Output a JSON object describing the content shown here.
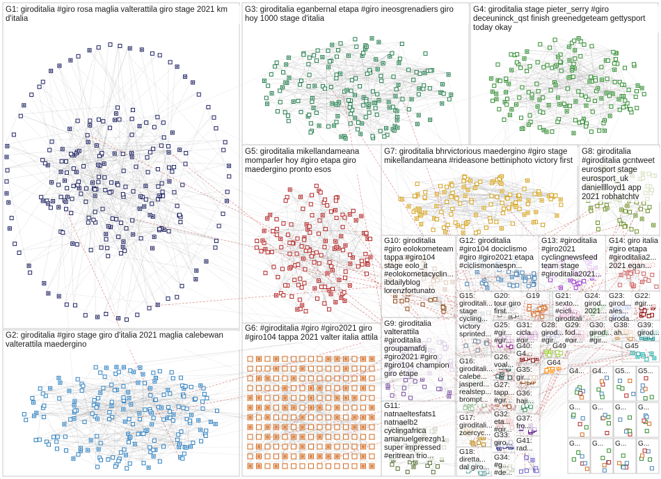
{
  "graph": {
    "groups": [
      {
        "id": "G1",
        "label": "G1: giroditalia #giro rosa maglia valterattila giro stage 2021 km d'italia",
        "color": "#1b1f5e",
        "count": 240
      },
      {
        "id": "G2",
        "label": "G2: giroditalia #giro stage giro d'italia 2021 maglia calebewan valterattila maedergino",
        "color": "#2c7fc0",
        "count": 200
      },
      {
        "id": "G3",
        "label": "G3: giroditalia eganbernal etapa #giro ineosgrenadiers giro hoy 1000 stage d'italia",
        "color": "#1f7a4a",
        "count": 180
      },
      {
        "id": "G4",
        "label": "G4: giroditalia stage pieter_serry #giro deceuninck_qst finish greenedgeteam gettysport today okay",
        "color": "#2e8b2e",
        "count": 170
      },
      {
        "id": "G5",
        "label": "G5: giroditalia mikellandameana momparler hoy #giro etapa giro maedergino pronto esos",
        "color": "#b22222",
        "count": 150
      },
      {
        "id": "G6",
        "label": "G6: #giroditalia #giro #giro2021 giro #giro104 tappa 2021 valter italia attila",
        "color": "#d2691e",
        "count": 180
      },
      {
        "id": "G7",
        "label": "G7: giroditalia bhrvictorious maedergino #giro stage mikellandameana #rideasone bettiniphoto victory first",
        "color": "#d4a017",
        "count": 120
      },
      {
        "id": "G8",
        "label": "G8: giroditalia #giroditalia gcntweet eurosport stage eurosport_uk danielllloyd1 app 2021 robhatchtv",
        "color": "#6b8e23",
        "count": 60
      },
      {
        "id": "G9",
        "label": "G9: giroditalia valterattila #giroditalia groupamafdj #giro2021 #giro #giro104 champion giro étape",
        "color": "#7a4fa0",
        "count": 50
      },
      {
        "id": "G10",
        "label": "G10: giroditalia #giro eolokometeam tappa #giro104 stage eolo_it #eolokometacyclin... ibdailyblog lorenzfortunato",
        "color": "#8b4513",
        "count": 40
      },
      {
        "id": "G11",
        "label": "G11: natnaeltesfats1 natnaelb2 cyclingafrica amanuelgerezgh1 super impressed #eritrean trio...",
        "color": "#556b2f",
        "count": 40
      },
      {
        "id": "G12",
        "label": "G12: giroditalia #giro104 dociclismo #giro #giro2021 etapa #ciclismonaespn...",
        "color": "#4682b4",
        "count": 40
      },
      {
        "id": "G13",
        "label": "G13: #giroditalia #giro2021 cyclingnewsfeed team stage #giroditalia2021...",
        "color": "#9932cc",
        "count": 30
      },
      {
        "id": "G14",
        "label": "G14: giro italia #giro etapa #giroditalia2... 2021 egan...",
        "color": "#cd5c5c",
        "count": 30
      },
      {
        "id": "G15",
        "label": "G15: giroditali... stage cycling... victory sprinted...",
        "color": "#708090",
        "count": 20
      },
      {
        "id": "G16",
        "label": "G16: giroditali... calebe... jasperd... realstep... brompt...",
        "color": "#8fbc8f",
        "count": 20
      },
      {
        "id": "G17",
        "label": "G17: giroditali... zoercyc...",
        "color": "#b8860b",
        "count": 15
      },
      {
        "id": "G18",
        "label": "G18: diretta... dal giro...",
        "color": "#5f9ea0",
        "count": 15
      },
      {
        "id": "G19",
        "label": "G19",
        "color": "#d2691e",
        "count": 15
      },
      {
        "id": "G20",
        "label": "G20: tour giro first...",
        "color": "#696969",
        "count": 15
      },
      {
        "id": "G21",
        "label": "G21: sexto... #cicli... giroditali...",
        "color": "#c71585",
        "count": 15
      },
      {
        "id": "G22",
        "label": "G22: #gir...",
        "color": "#8b0000",
        "count": 10
      },
      {
        "id": "G23",
        "label": "G23: girod... ales... giroda...",
        "color": "#4169e1",
        "count": 10
      },
      {
        "id": "G24",
        "label": "G24: girod... 2021...",
        "color": "#228b22",
        "count": 10
      },
      {
        "id": "G25",
        "label": "G25: #gir... #gir...",
        "color": "#800080",
        "count": 10
      },
      {
        "id": "G26",
        "label": "G26: voal...",
        "color": "#2f4f4f",
        "count": 10
      },
      {
        "id": "G27",
        "label": "G27: tapp... #gir...",
        "color": "#a0522d",
        "count": 10
      },
      {
        "id": "G28",
        "label": "G28: girod... #gir...",
        "color": "#483d8b",
        "count": 10
      },
      {
        "id": "G29",
        "label": "G29: fod... #gir...",
        "color": "#b03060",
        "count": 10
      },
      {
        "id": "G30",
        "label": "G30: girod... #gir...",
        "color": "#006400",
        "count": 10
      },
      {
        "id": "G31",
        "label": "G31: cicla... #gir...",
        "color": "#8b008b",
        "count": 10
      },
      {
        "id": "G32",
        "label": "G32: eta... #gir...",
        "color": "#b22222",
        "count": 10
      },
      {
        "id": "G33",
        "label": "G33: giro...",
        "color": "#191970",
        "count": 10
      },
      {
        "id": "G34",
        "label": "G34: #g... #de...",
        "color": "#556b2f",
        "count": 10
      },
      {
        "id": "G35",
        "label": "G35: gir...",
        "color": "#8b4513",
        "count": 10
      },
      {
        "id": "G36",
        "label": "G36: haji...",
        "color": "#2e8b57",
        "count": 10
      },
      {
        "id": "G37",
        "label": "G37: fro...",
        "color": "#4b0082",
        "count": 10
      },
      {
        "id": "G38",
        "label": "G38: ah...",
        "color": "#cd853f",
        "count": 10
      },
      {
        "id": "G39",
        "label": "G39: girod...",
        "color": "#008080",
        "count": 10
      },
      {
        "id": "G40",
        "label": "G40: G4...",
        "color": "#800000",
        "count": 8
      },
      {
        "id": "G41",
        "label": "G41: rad...",
        "color": "#6a5acd",
        "count": 8
      },
      {
        "id": "G45",
        "label": "G45",
        "color": "#20b2aa",
        "count": 8
      },
      {
        "id": "G49",
        "label": "G49",
        "color": "#9acd32",
        "count": 8
      },
      {
        "id": "G64",
        "label": "G64",
        "color": "#ff8c00",
        "count": 6
      }
    ],
    "tiles": [
      {
        "label": "G4..."
      },
      {
        "label": "G4..."
      },
      {
        "label": "G5..."
      },
      {
        "label": "G5..."
      },
      {
        "label": "G..."
      },
      {
        "label": "G..."
      },
      {
        "label": "G..."
      },
      {
        "label": "G..."
      },
      {
        "label": "G..."
      },
      {
        "label": "G..."
      },
      {
        "label": "G..."
      },
      {
        "label": "G..."
      }
    ],
    "edge_colors": {
      "within": "#9a9a9a",
      "between": "#c94040"
    }
  }
}
